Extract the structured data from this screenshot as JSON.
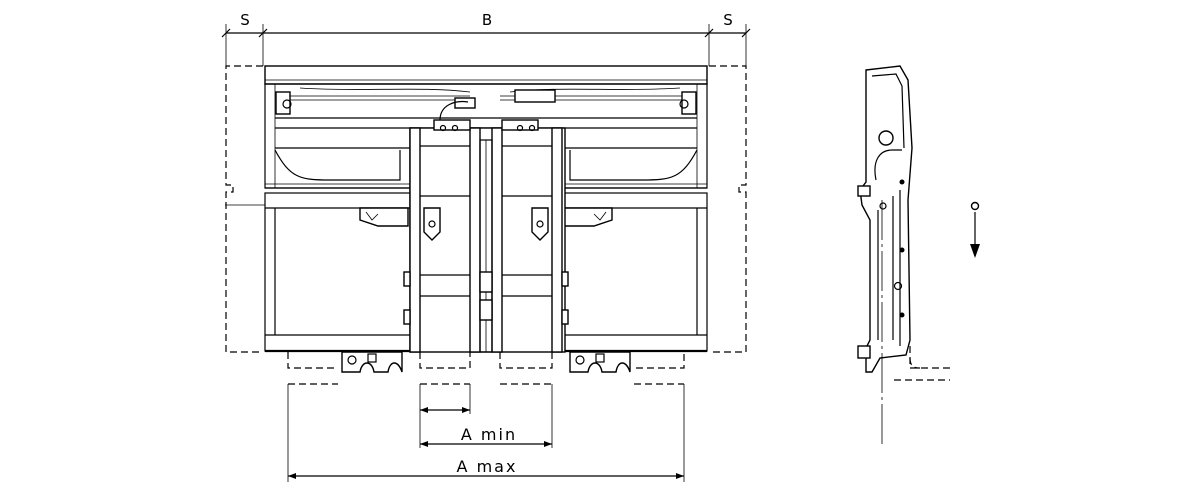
{
  "labels": {
    "s_left": "S",
    "b": "B",
    "s_right": "S",
    "a_min": "A min",
    "a_max": "A max"
  }
}
